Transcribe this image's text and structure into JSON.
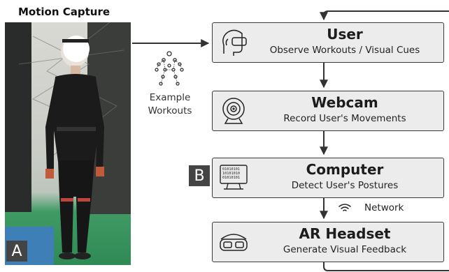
{
  "photo_panel": {
    "title": "Motion Capture",
    "badge": "A"
  },
  "workouts": {
    "line1": "Example",
    "line2": "Workouts"
  },
  "computer_badge": "B",
  "flow": {
    "user": {
      "title": "User",
      "subtitle": "Observe Workouts / Visual Cues",
      "icon": "vr-head-icon"
    },
    "webcam": {
      "title": "Webcam",
      "subtitle": "Record User's Movements",
      "icon": "webcam-icon"
    },
    "computer": {
      "title": "Computer",
      "subtitle": "Detect User's Postures",
      "icon": "computer-icon"
    },
    "headset": {
      "title": "AR Headset",
      "subtitle": "Generate Visual Feedback",
      "icon": "ar-headset-icon"
    }
  },
  "network_label": "Network"
}
